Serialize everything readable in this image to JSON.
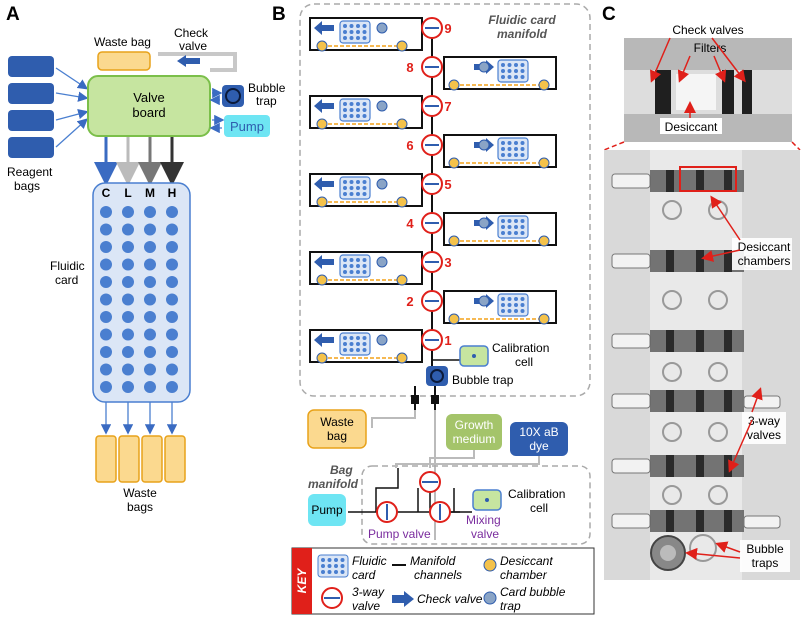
{
  "panels": {
    "a": {
      "letter": "A",
      "waste_bag_top": "Waste bag",
      "check_valve": [
        "Check",
        "valve"
      ],
      "valve_board": [
        "Valve",
        "board"
      ],
      "bubble_trap": [
        "Bubble",
        "trap"
      ],
      "pump": "Pump",
      "reagent_bags": [
        "Reagent",
        "bags"
      ],
      "column_labels": [
        "C",
        "L",
        "M",
        "H"
      ],
      "fluidic_card": [
        "Fluidic",
        "card"
      ],
      "waste_bags": [
        "Waste",
        "bags"
      ]
    },
    "b": {
      "letter": "B",
      "manifold_title": [
        "Fluidic card",
        "manifold"
      ],
      "valve_numbers": [
        "9",
        "8",
        "7",
        "6",
        "5",
        "4",
        "3",
        "2",
        "1"
      ],
      "calibration_cell_top": [
        "Calibration",
        "cell"
      ],
      "bubble_trap": "Bubble trap",
      "waste_bag": [
        "Waste",
        "bag"
      ],
      "growth_medium": [
        "Growth",
        "medium"
      ],
      "dye": [
        "10X aB",
        "dye"
      ],
      "bag_manifold": [
        "Bag",
        "manifold"
      ],
      "calibration_cell_bottom": [
        "Calibration",
        "cell"
      ],
      "pump": "Pump",
      "pump_valve": "Pump valve",
      "mixing_valve": [
        "Mixing",
        "valve"
      ],
      "key": {
        "title": "KEY",
        "fluidic_card": [
          "Fluidic",
          "card"
        ],
        "manifold_channels": [
          "Manifold",
          "channels"
        ],
        "desiccant_chamber": [
          "Desiccant",
          "chamber"
        ],
        "three_way_valve": [
          "3-way",
          "valve"
        ],
        "check_valve": "Check valve",
        "card_bubble_trap": [
          "Card bubble",
          "trap"
        ]
      }
    },
    "c": {
      "letter": "C",
      "check_valves": "Check valves",
      "filters": "Filters",
      "desiccant": "Desiccant",
      "desiccant_chambers": [
        "Desiccant",
        "chambers"
      ],
      "three_way_valves": [
        "3-way",
        "valves"
      ],
      "bubble_traps": [
        "Bubble",
        "traps"
      ]
    }
  },
  "colors": {
    "board_green": "#c6e5a0",
    "board_border": "#7bbf4a",
    "bag_yellow": "#fbd98f",
    "bag_border": "#e8a21a",
    "card_blue": "#dbe6f6",
    "well_blue": "#4a7fd0",
    "pump_cyan": "#6ee5f3",
    "dark_blue": "#2f5dae",
    "valve_red": "#e0201a",
    "growth_green": "#a4c46a",
    "desiccant_yellow": "#f4c24b"
  }
}
